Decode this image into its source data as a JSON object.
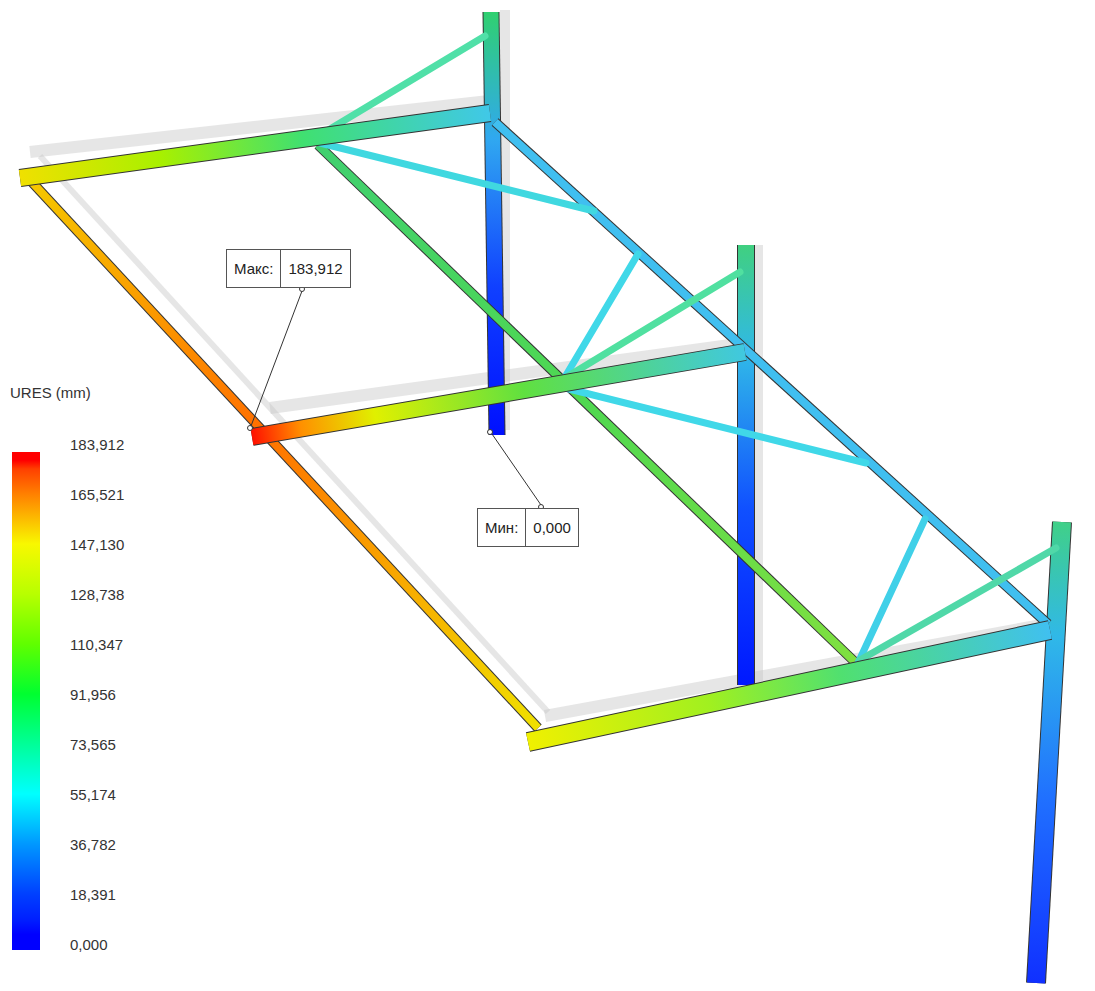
{
  "diagram": {
    "nodes": [
      {
        "text": [
          "Макс:",
          "183,912"
        ]
      },
      {
        "text": [
          "Мин:",
          "0,000"
        ]
      }
    ],
    "labels": [
      "URES (mm)"
    ],
    "legend": [
      {
        "text": "183,912",
        "color": "#ff0000"
      },
      {
        "text": "165,521",
        "color": "#ff8000"
      },
      {
        "text": "147,130",
        "color": "#f8f800"
      },
      {
        "text": "128,738",
        "color": "#b8ff00"
      },
      {
        "text": "110,347",
        "color": "#60ff00"
      },
      {
        "text": "91,956",
        "color": "#00ff30"
      },
      {
        "text": "73,565",
        "color": "#00ff98"
      },
      {
        "text": "55,174",
        "color": "#00ffff"
      },
      {
        "text": "36,782",
        "color": "#0098ff"
      },
      {
        "text": "18,391",
        "color": "#0040ff"
      },
      {
        "text": "0,000",
        "color": "#0000ff"
      }
    ]
  }
}
